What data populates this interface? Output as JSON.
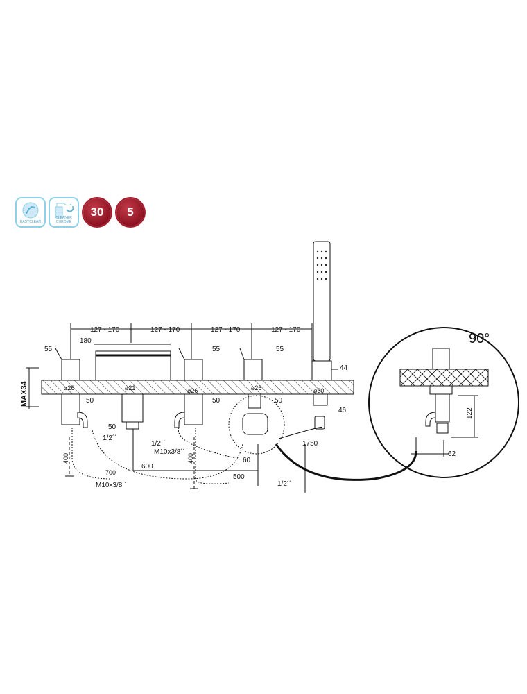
{
  "badges": [
    {
      "label": "EASYCLEAN",
      "icon": "shower-head-icon",
      "color": "#8fd0ea"
    },
    {
      "label_line1": "CLEANER",
      "label_line2": "CHROME",
      "icon": "spray-bottle-icon",
      "color": "#8fd0ea"
    },
    {
      "label": "30",
      "color": "#a31d2c"
    },
    {
      "label": "5",
      "color": "#a31d2c"
    }
  ],
  "dimensions": {
    "spacing": [
      "127 - 170",
      "127 - 170",
      "127 - 170",
      "127 - 170"
    ],
    "w55a": "55",
    "w180": "180",
    "w55b": "55",
    "w55c": "55",
    "w44": "44",
    "dia26a": "⌀26",
    "dia21": "⌀21",
    "dia26b": "⌀26",
    "dia26c": "⌀26",
    "dia30": "⌀30",
    "d50a": "50",
    "d50b": "50",
    "d50c": "50",
    "d50d": "50",
    "d46": "46",
    "max34": "MAX34",
    "half_a": "1/2´´",
    "half_b": "1/2´´",
    "half_c": "1/2´´",
    "m10a": "M10x3/8´´",
    "m10b": "M10x3/8´´",
    "l400a": "400",
    "l400b": "400",
    "l700": "700",
    "l600": "600",
    "l500": "500",
    "l60": "60",
    "l1750": "1750",
    "angle": "90°",
    "h122": "122",
    "w62": "62"
  }
}
